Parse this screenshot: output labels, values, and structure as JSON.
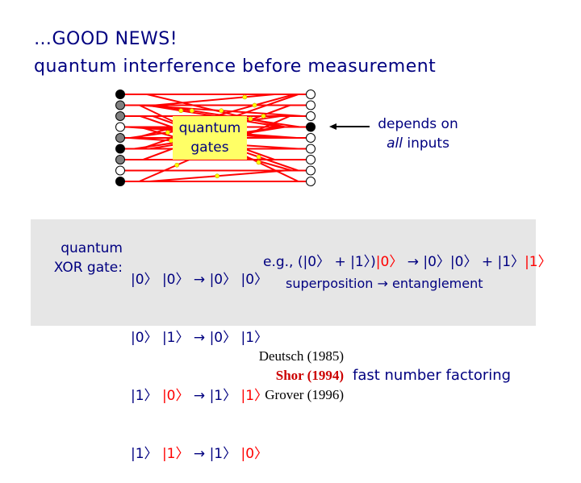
{
  "title": {
    "line1": "…GOOD NEWS!",
    "line2": "quantum interference before measurement"
  },
  "circuit": {
    "gates_label_line1": "quantum",
    "gates_label_line2": "gates",
    "input_states": [
      "filled",
      "gray",
      "gray",
      "empty",
      "gray",
      "filled",
      "gray",
      "empty",
      "filled"
    ],
    "output_states": [
      "empty",
      "empty",
      "empty",
      "filled",
      "empty",
      "empty",
      "empty",
      "empty",
      "empty"
    ],
    "wire_color": "#ff0000",
    "dot_color": "#ffff00"
  },
  "annotation": {
    "line1": "depends on",
    "line2_italic": "all",
    "line2_rest": " inputs"
  },
  "xor": {
    "label_line1": "quantum",
    "label_line2": "XOR gate:",
    "rows": [
      {
        "a": "|0〉",
        "b": "|0〉",
        "arrow": "→",
        "c": "|0〉",
        "d": "|0〉",
        "d_red": false
      },
      {
        "a": "|0〉",
        "b": "|1〉",
        "arrow": "→",
        "c": "|0〉",
        "d": "|1〉",
        "d_red": false
      },
      {
        "a": "|1〉",
        "b": "|0〉",
        "arrow": "→",
        "c": "|1〉",
        "d": "|1〉",
        "d_red": true
      },
      {
        "a": "|1〉",
        "b": "|1〉",
        "arrow": "→",
        "c": "|1〉",
        "d": "|0〉",
        "d_red": true
      }
    ]
  },
  "example": {
    "part1": "e.g., (|0〉 + |1〉)",
    "part2_red": "|0〉",
    "part3": " → |0〉|0〉 + |1〉",
    "part4_red": "|1〉"
  },
  "superposition": "superposition → entanglement",
  "refs": {
    "deutsch": "Deutsch (1985)",
    "shor": "Shor (1994)",
    "grover": "Grover (1996)",
    "fast": "fast number factoring"
  }
}
